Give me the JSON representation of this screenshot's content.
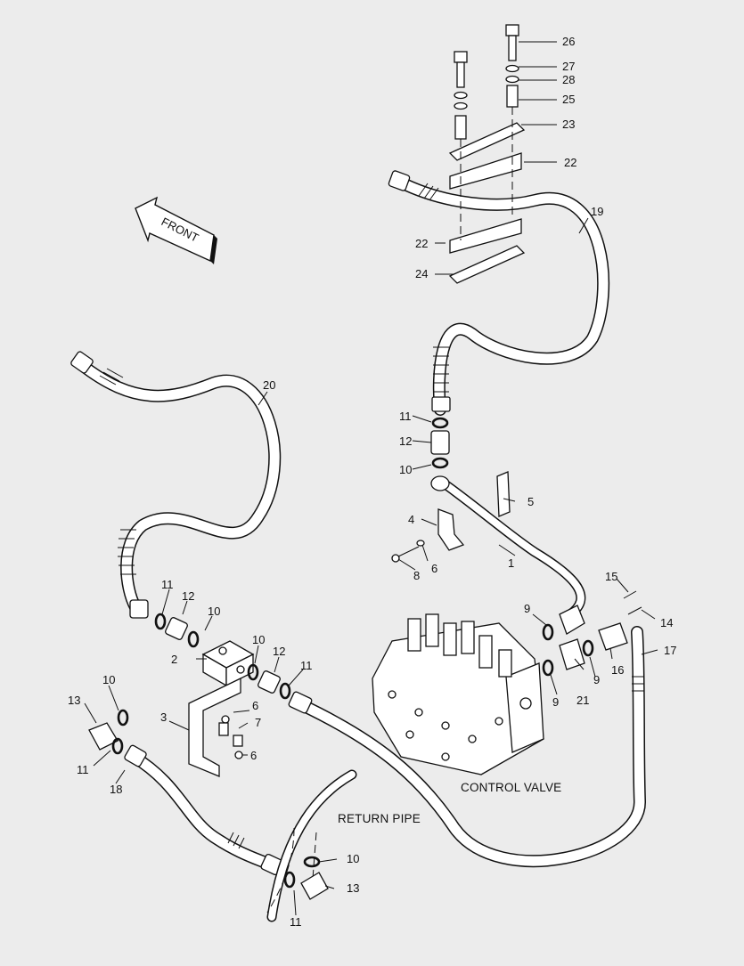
{
  "diagram": {
    "front_label": "FRONT",
    "captions": {
      "control_valve": "CONTROL VALVE",
      "return_pipe": "RETURN PIPE"
    },
    "callouts": {
      "c26": "26",
      "c27": "27",
      "c28": "28",
      "c25": "25",
      "c23": "23",
      "c22a": "22",
      "c22b": "22",
      "c24": "24",
      "c19": "19",
      "c20": "20",
      "c11a": "11",
      "c12a": "12",
      "c10a": "10",
      "c5": "5",
      "c4": "4",
      "c6a": "6",
      "c1": "1",
      "c8": "8",
      "c15": "15",
      "c14": "14",
      "c9a": "9",
      "c17": "17",
      "c16": "16",
      "c9b": "9",
      "c21": "21",
      "c9c": "9",
      "c11b": "11",
      "c12b": "12",
      "c10b": "10",
      "c2": "2",
      "c10c": "10",
      "c12c": "12",
      "c11c": "11",
      "c10d": "10",
      "c13a": "13",
      "c3": "3",
      "c6b": "6",
      "c7": "7",
      "c6c": "6",
      "c11d": "11",
      "c18": "18",
      "c10e": "10",
      "c13b": "13",
      "c11e": "11"
    }
  }
}
